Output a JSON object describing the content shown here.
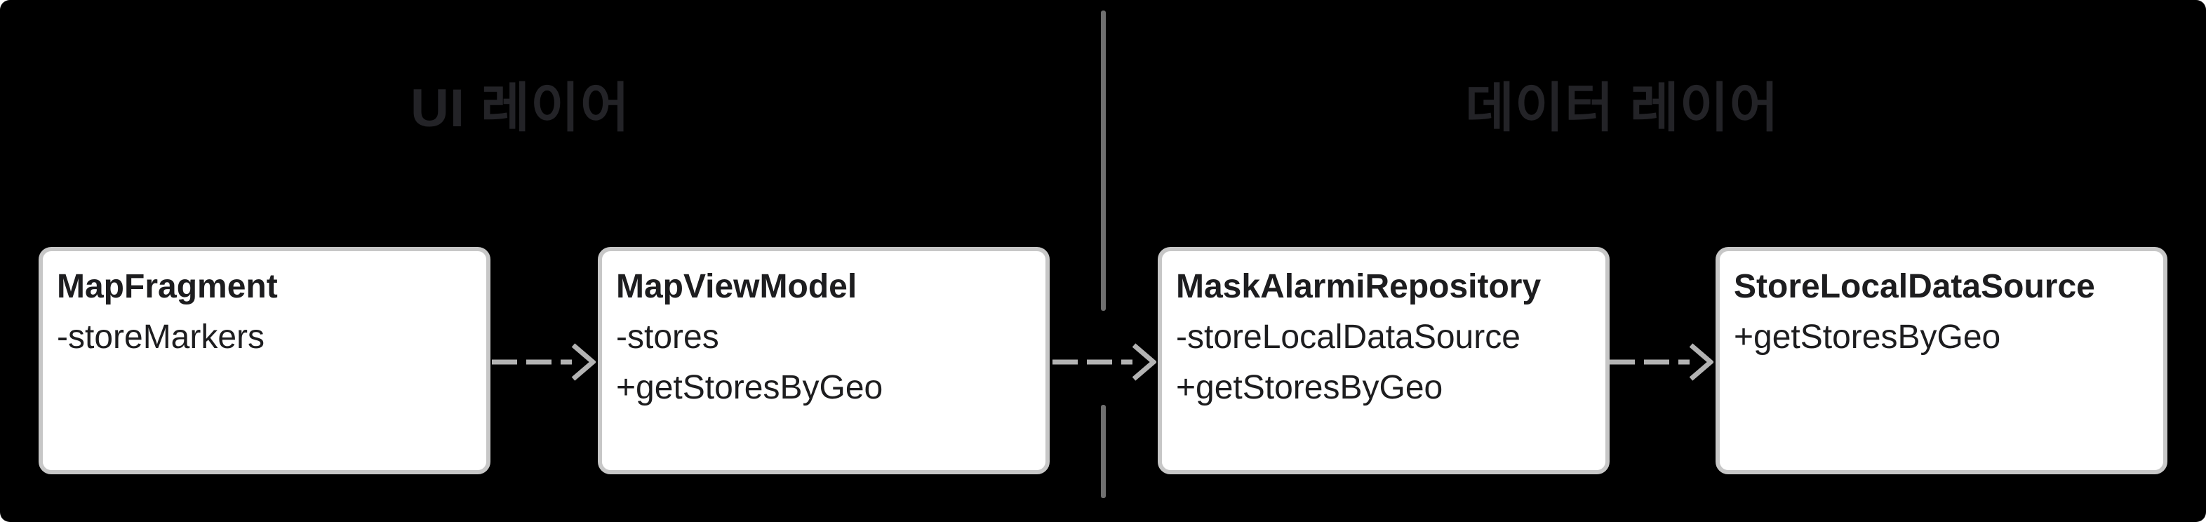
{
  "diagram": {
    "type": "layered-architecture-class-diagram",
    "sections": [
      {
        "id": "ui",
        "title": "UI 레이어"
      },
      {
        "id": "data",
        "title": "데이터 레이어"
      }
    ],
    "boxes": [
      {
        "title": "MapFragment",
        "members": [
          "-storeMarkers"
        ]
      },
      {
        "title": "MapViewModel",
        "members": [
          "-stores",
          "+getStoresByGeo"
        ]
      },
      {
        "title": "MaskAlarmiRepository",
        "members": [
          "-storeLocalDataSource",
          "+getStoresByGeo"
        ]
      },
      {
        "title": "StoreLocalDataSource",
        "members": [
          "+getStoresByGeo"
        ]
      }
    ],
    "connections": [
      {
        "from": "MapFragment",
        "to": "MapViewModel",
        "style": "dashed-arrow"
      },
      {
        "from": "MapViewModel",
        "to": "MaskAlarmiRepository",
        "style": "dashed-arrow"
      },
      {
        "from": "MaskAlarmiRepository",
        "to": "StoreLocalDataSource",
        "style": "dashed-arrow"
      }
    ],
    "colors": {
      "canvas_bg": "#000000",
      "page_bg": "#ffffff",
      "section_title": "#232327",
      "divider": "#6f6f6f",
      "arrow": "#b3b3b3",
      "box_bg": "#ffffff",
      "box_border": "#c7c7c7",
      "box_text": "#1d1d1f"
    }
  }
}
